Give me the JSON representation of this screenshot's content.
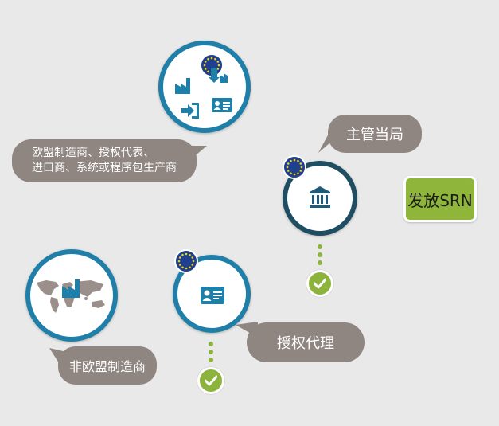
{
  "bubbles": {
    "eu_manufacturer_line1": "欧盟制造商、授权代表、",
    "eu_manufacturer_line2": "进口商、系统或程序包生产商",
    "competent_authority": "主管当局",
    "authorized_representative": "授权代理",
    "non_eu_manufacturer": "非欧盟制造商"
  },
  "srn_box": {
    "label": "发放SRN"
  },
  "colors": {
    "background": "#e9e9e9",
    "ring_blue": "#1f7fa8",
    "ring_dark": "#1f4e63",
    "icon_blue": "#1f7fa8",
    "bubble_gray": "#8f8581",
    "green": "#8cb33b",
    "eu_blue": "#1f3f8f",
    "eu_star": "#f5d200"
  },
  "icons": {
    "top_circle": [
      "factory-icon",
      "eu-flag-icon",
      "arrow-down-icon",
      "sign-in-icon",
      "id-card-icon"
    ],
    "authority_circle": [
      "eu-flag-icon",
      "government-building-icon"
    ],
    "representative_circle": [
      "eu-flag-icon",
      "id-card-icon"
    ],
    "world_circle": [
      "world-map-icon",
      "factory-icon"
    ],
    "checks": [
      "check-icon",
      "check-icon"
    ]
  }
}
